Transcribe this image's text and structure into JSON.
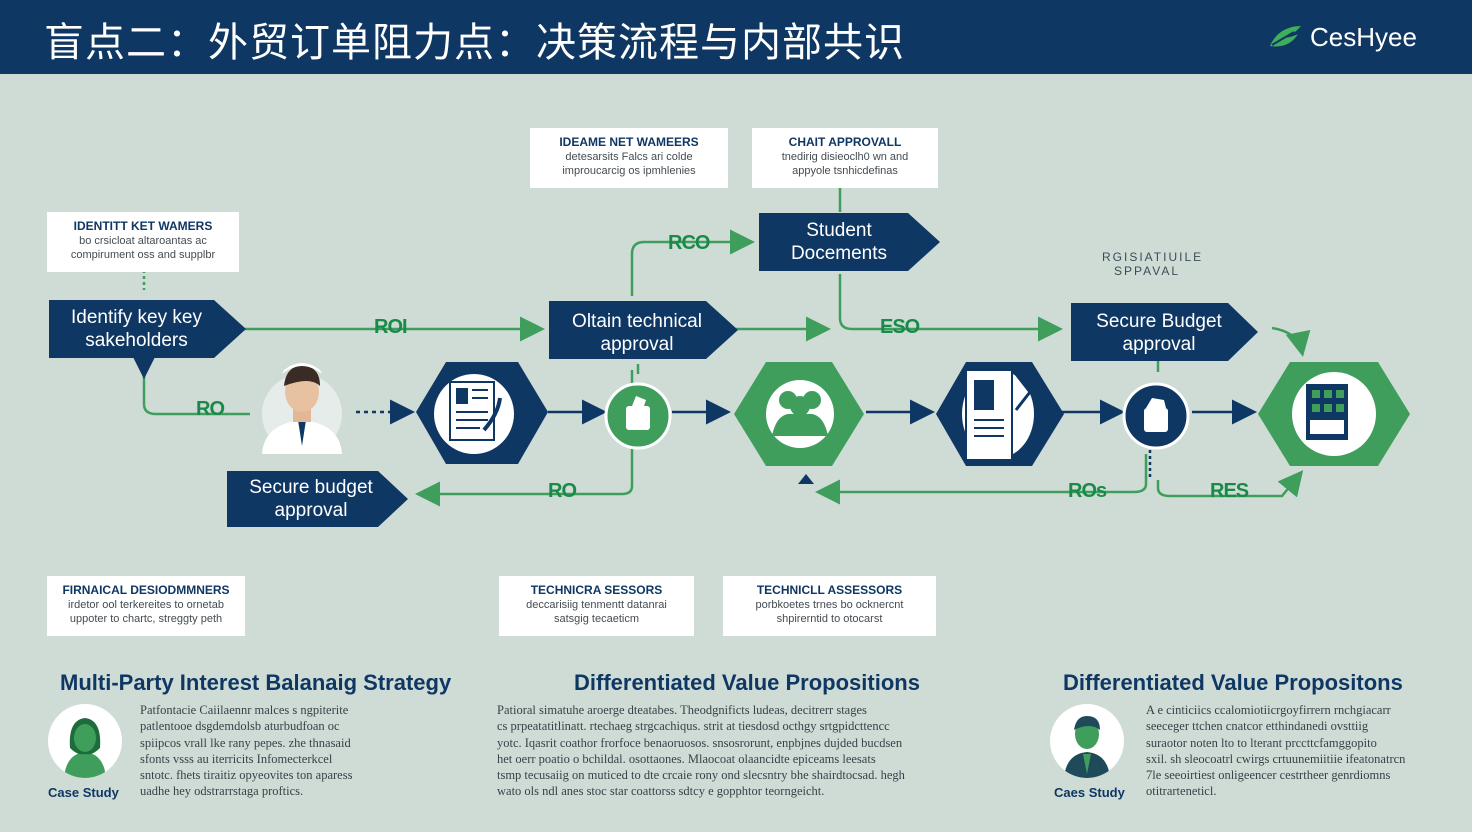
{
  "header": {
    "title": "盲点二：外贸订单阻力点：决策流程与内部共识",
    "logo_text": "CesHyee"
  },
  "colors": {
    "navy": "#0f3763",
    "green": "#3f9e5c",
    "bg": "#cfdcd6"
  },
  "callouts": {
    "c1": {
      "title": "IDENTITT KET WAMERS",
      "lines": [
        "bo crsicloat altaroantas ac",
        "compirument oss and supplbr"
      ]
    },
    "c2": {
      "title": "IDEAME NET WAMEERS",
      "lines": [
        "detesarsits Falcs ari colde",
        "improucarcig os ipmhlenies"
      ]
    },
    "c3": {
      "title": "CHAIT APPROVALL",
      "lines": [
        "tnedirig disieoclh0 wn and",
        "appyole tsnhicdefinas"
      ]
    },
    "c4": {
      "title": "FIRNAICAL DESIODMMNERS",
      "lines": [
        "irdetor ool terkereites to ornetab",
        "uppoter to chartc, streggty peth"
      ]
    },
    "c5": {
      "title": "TECHNICRA SESSORS",
      "lines": [
        "deccarisiig tenmentt datanrai",
        "satsgig tecaeticm"
      ]
    },
    "c6": {
      "title": "TECHNICLL ASSESSORS",
      "lines": [
        "porbkoetes trnes bo ocknercnt",
        "shpirerntid to otocarst"
      ]
    }
  },
  "tag": {
    "line1": "RGISIATIUILE",
    "line2": "SPPAVAL"
  },
  "steps": {
    "s1": {
      "line1": "Identify key key",
      "line2": "sakeholders"
    },
    "s2": {
      "line1": "Student",
      "line2": "Docements"
    },
    "s3": {
      "line1": "Oltain technical",
      "line2": "approval"
    },
    "s4": {
      "line1": "Secure Budget",
      "line2": "approval"
    },
    "s5": {
      "line1": "Secure budget",
      "line2": "approval"
    }
  },
  "roi": {
    "r1": "ROI",
    "r2": "RO",
    "r3": "RCO",
    "r4": "ESO",
    "r5": "RO",
    "r6": "ROs",
    "r7": "RES"
  },
  "bottom": {
    "col1": {
      "title": "Multi-Party Interest Balanaig Strategy",
      "case": "Case Study",
      "lines": [
        "Patfontacie Caiilaennr malces s ngpiterite",
        "patlentooe dsgdemdolsb aturbudfoan oc",
        "spiipcos vrall lke rany pepes. zhe thnasaid",
        "sfonts vsss au iterricits Infomecterkcel",
        "sntotc. fhets tiraitiz opyeovites ton aparess",
        "uadhe hey odstrarrstaga proftics."
      ]
    },
    "col2": {
      "title": "Differentiated Value Propositions",
      "lines": [
        "Patioral simatuhe aroerge dteatabes. Theodgnificts ludeas, decitrerr stages",
        "cs prpeatatitlinatt. rtechaeg strgcachiqus. strit at tiesdosd octhgy srtgpidcttencc",
        "yotc. Iqasrit coathor frorfoce benaoruosos. snsosrorunt, enpbjnes dujded bucdsen",
        "het oerr poatio o bchildal. osottaones. Mlaocoat olaancidte epiceams leesats",
        "tsmp tecusaiig on muticed to dte crcaie rony ond slecsntry bhe shairdtocsad. hegh",
        "wato ols ndl anes stoc star coattorss sdtcy e gopphtor teorngeicht."
      ]
    },
    "col3": {
      "title": "Differentiated Value Propositons",
      "case": "Caes Study",
      "lines": [
        "A e cinticiics ccalomiotiicrgoyfirrern rnchgiacarr",
        "seeceger ttchen cnatcor etthindanedi ovsttiig",
        "suraotor noten lto to lterant prccttcfamggopito",
        "sxil. sh sleocoatrl cwirgs crtuunemiitiie ifeatonatrcn",
        "7le seeoirtiest onligeencer cestrtheer genrdiomns",
        "otitrarteneticl."
      ]
    }
  }
}
